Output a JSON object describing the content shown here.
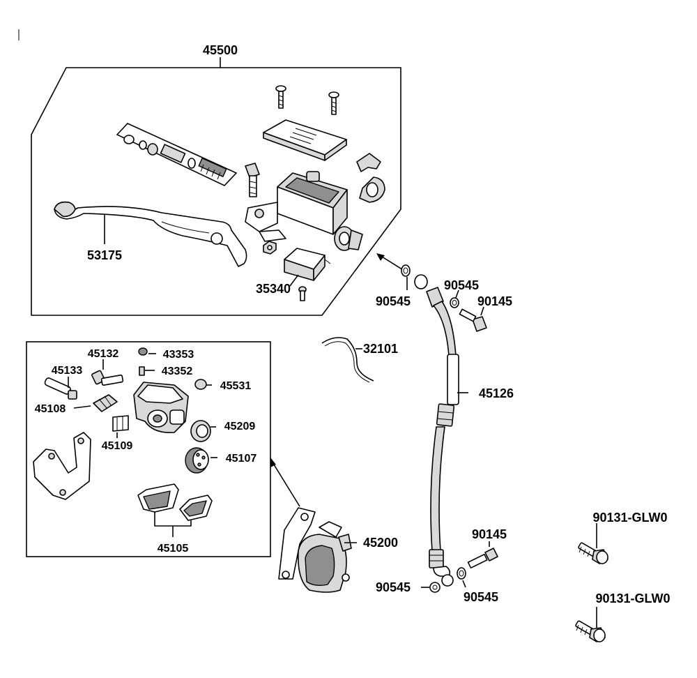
{
  "labels": {
    "master_cylinder_assy": "45500",
    "brake_lever": "53175",
    "stop_switch": "35340",
    "washer_upper_left": "90545",
    "washer_upper_right": "90545",
    "bolt_upper": "90145",
    "wire": "32101",
    "brake_hose": "45126",
    "bolt_lower": "90145",
    "washer_lower_left": "90545",
    "washer_lower_right": "90545",
    "caliper_assy": "45200",
    "pin_45132": "45132",
    "bleeder_cap": "43353",
    "bleeder_screw": "43352",
    "pin_45133": "45133",
    "plug_45531": "45531",
    "spring_45108": "45108",
    "seal_45209": "45209",
    "clip_45109": "45109",
    "piston_45107": "45107",
    "brake_pads": "45105",
    "bolt_glw_upper": "90131-GLW0",
    "bolt_glw_lower": "90131-GLW0"
  }
}
